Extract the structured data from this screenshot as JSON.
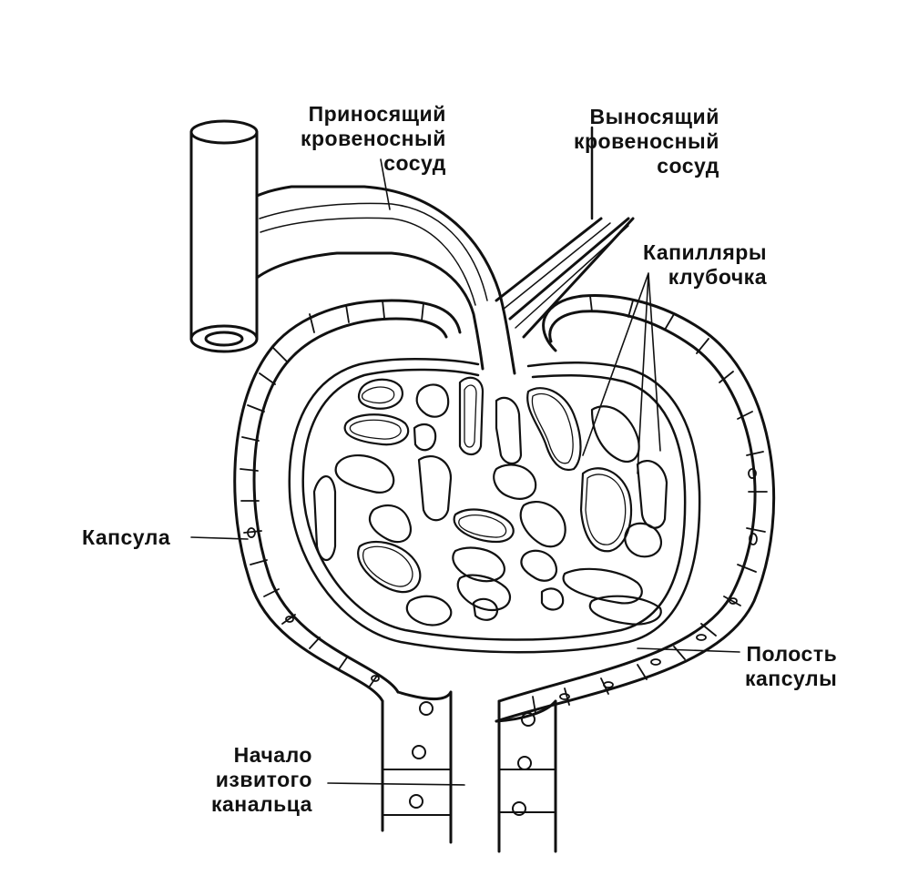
{
  "colors": {
    "ink": "#111111",
    "paper": "#ffffff"
  },
  "labels": {
    "afferent": [
      "Приносящий",
      "кровеносный",
      "сосуд"
    ],
    "efferent": [
      "Выносящий",
      "кровеносный",
      "сосуд"
    ],
    "capillaries": [
      "Капилляры",
      "клубочка"
    ],
    "capsule": "Капсула",
    "capsule_cavity": [
      "Полость",
      "капсулы"
    ],
    "tubule_start": [
      "Начало",
      "извитого",
      "канальца"
    ]
  }
}
